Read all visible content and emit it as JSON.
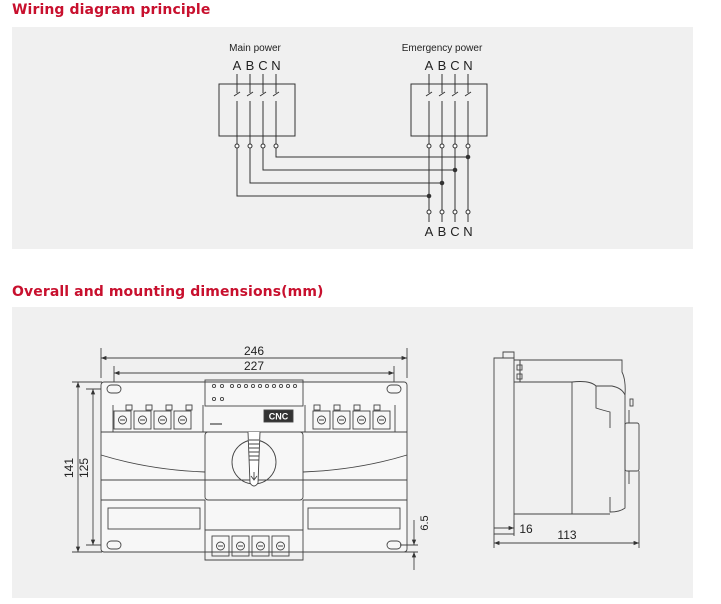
{
  "titles": {
    "wiring": "Wiring diagram principle",
    "dimensions": "Overall and mounting dimensions(mm)"
  },
  "wiring": {
    "main_label": "Main power",
    "emergency_label": "Emergency power",
    "phases": [
      "A",
      "B",
      "C",
      "N"
    ]
  },
  "dimensions": {
    "front": {
      "overall_width": "246",
      "mount_width": "227",
      "overall_height": "141",
      "mount_height": "125",
      "hole_offset": "6.5",
      "logo": "CNC"
    },
    "side": {
      "depth": "113",
      "flange": "16"
    }
  },
  "colors": {
    "title": "#c8102e",
    "panel": "#f0f0f0",
    "line": "#333333"
  }
}
